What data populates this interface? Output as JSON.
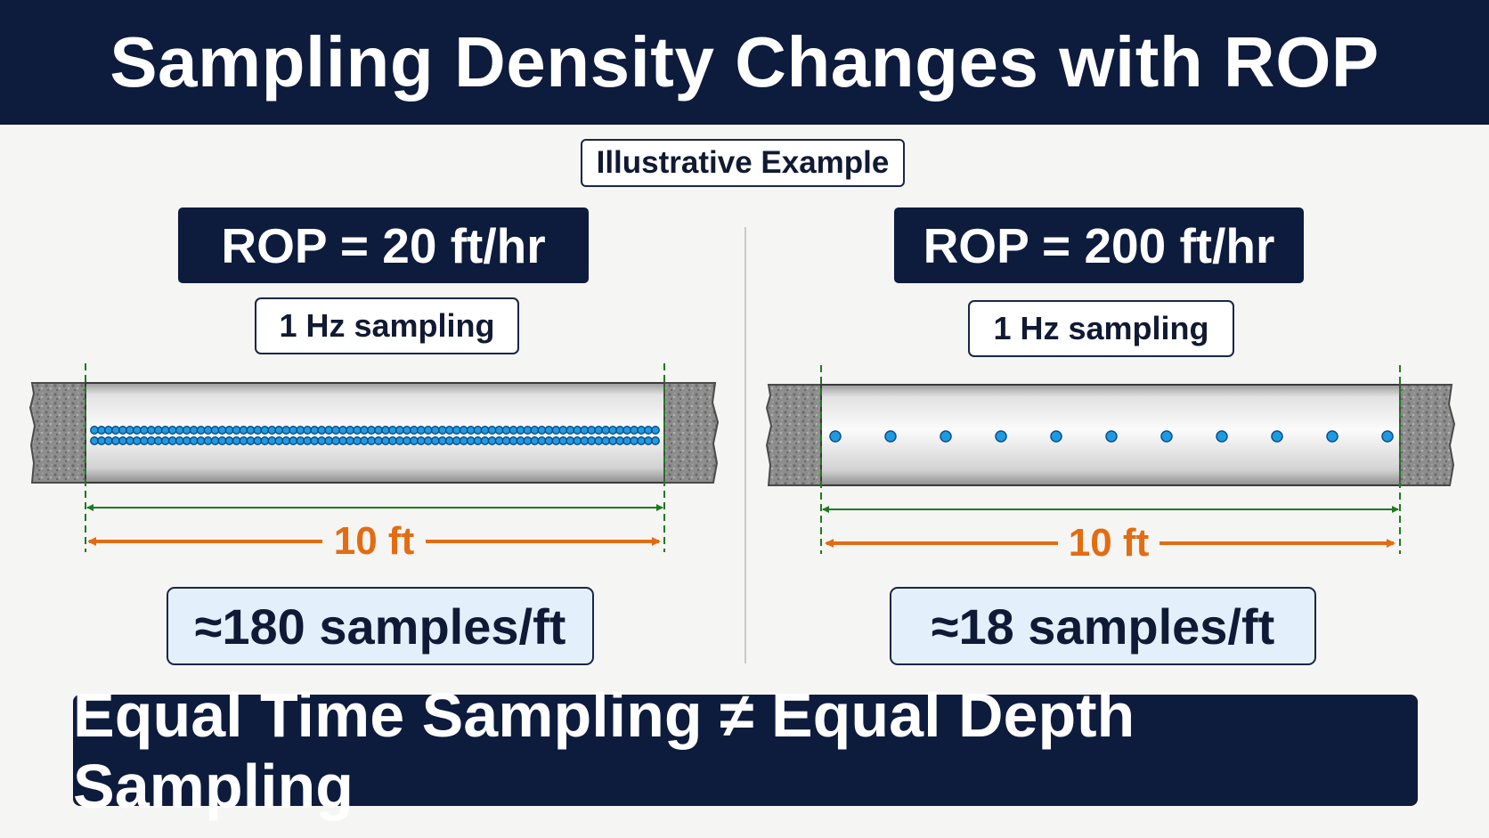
{
  "title": "Sampling Density Changes with ROP",
  "subtitle": "Illustrative Example",
  "panels": [
    {
      "rop_label": "ROP = 20 ft/hr",
      "sampling_label": "1 Hz sampling",
      "length_label": "10 ft",
      "density_label": "≈180 samples/ft",
      "dot_rows": 2,
      "dots_per_row": 80
    },
    {
      "rop_label": "ROP = 200 ft/hr",
      "sampling_label": "1 Hz sampling",
      "length_label": "10 ft",
      "density_label": "≈18 samples/ft",
      "dot_rows": 1,
      "dots_per_row": 11
    }
  ],
  "conclusion": "Equal Time Sampling ≠ Equal Depth Sampling",
  "colors": {
    "navy": "#0d1b3d",
    "dot_blue": "#1e9be0",
    "arrow_orange": "#e36c12",
    "boundary_green": "#1f7a1f",
    "density_fill": "#e3f0fc"
  }
}
